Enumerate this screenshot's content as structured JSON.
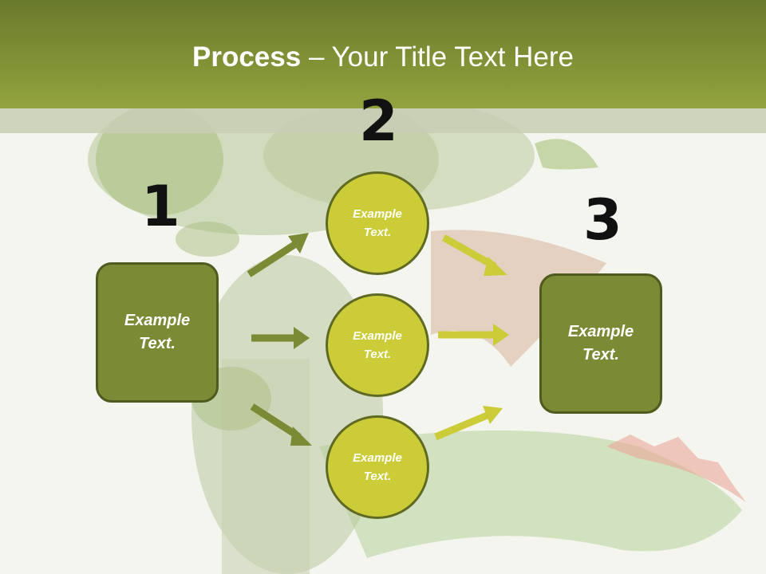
{
  "title": {
    "bold": "Process",
    "rest": " – Your Title Text Here"
  },
  "steps": [
    "1",
    "2",
    "3"
  ],
  "left_box": {
    "text": "Example\nText."
  },
  "circles": [
    {
      "text": "Example\nText."
    },
    {
      "text": "Example\nText."
    },
    {
      "text": "Example\nText."
    }
  ],
  "right_box": {
    "text": "Example\nText."
  },
  "colors": {
    "header": "#7f8f33",
    "box": "#7b8a35",
    "circle": "#cccb38",
    "arrow_dark": "#7b8a35",
    "arrow_light": "#cccb38"
  }
}
